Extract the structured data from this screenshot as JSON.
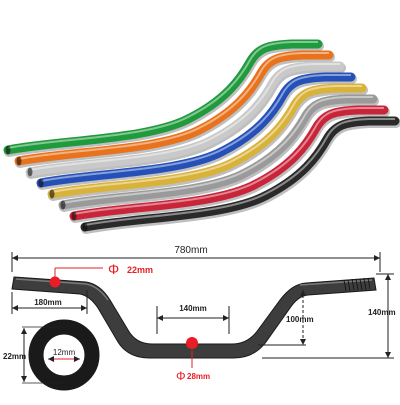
{
  "bar_colors": {
    "green": "#1f9a3c",
    "orange": "#e8731c",
    "silver": "#c9c9c9",
    "blue": "#2450b8",
    "gold": "#d9b23a",
    "gray": "#9a9a9a",
    "red": "#c8243a",
    "black": "#2a2a2a"
  },
  "diagram": {
    "overall_width": "780mm",
    "clamp_diameter": "22mm",
    "center_diameter": "28mm",
    "end_section": "180mm",
    "center_width": "140mm",
    "rise_inner": "100mm",
    "rise_outer": "140mm",
    "tube_outer": "22mm",
    "tube_inner": "12mm",
    "diameter_symbol": "Φ",
    "accent_color": "#e81d25"
  }
}
